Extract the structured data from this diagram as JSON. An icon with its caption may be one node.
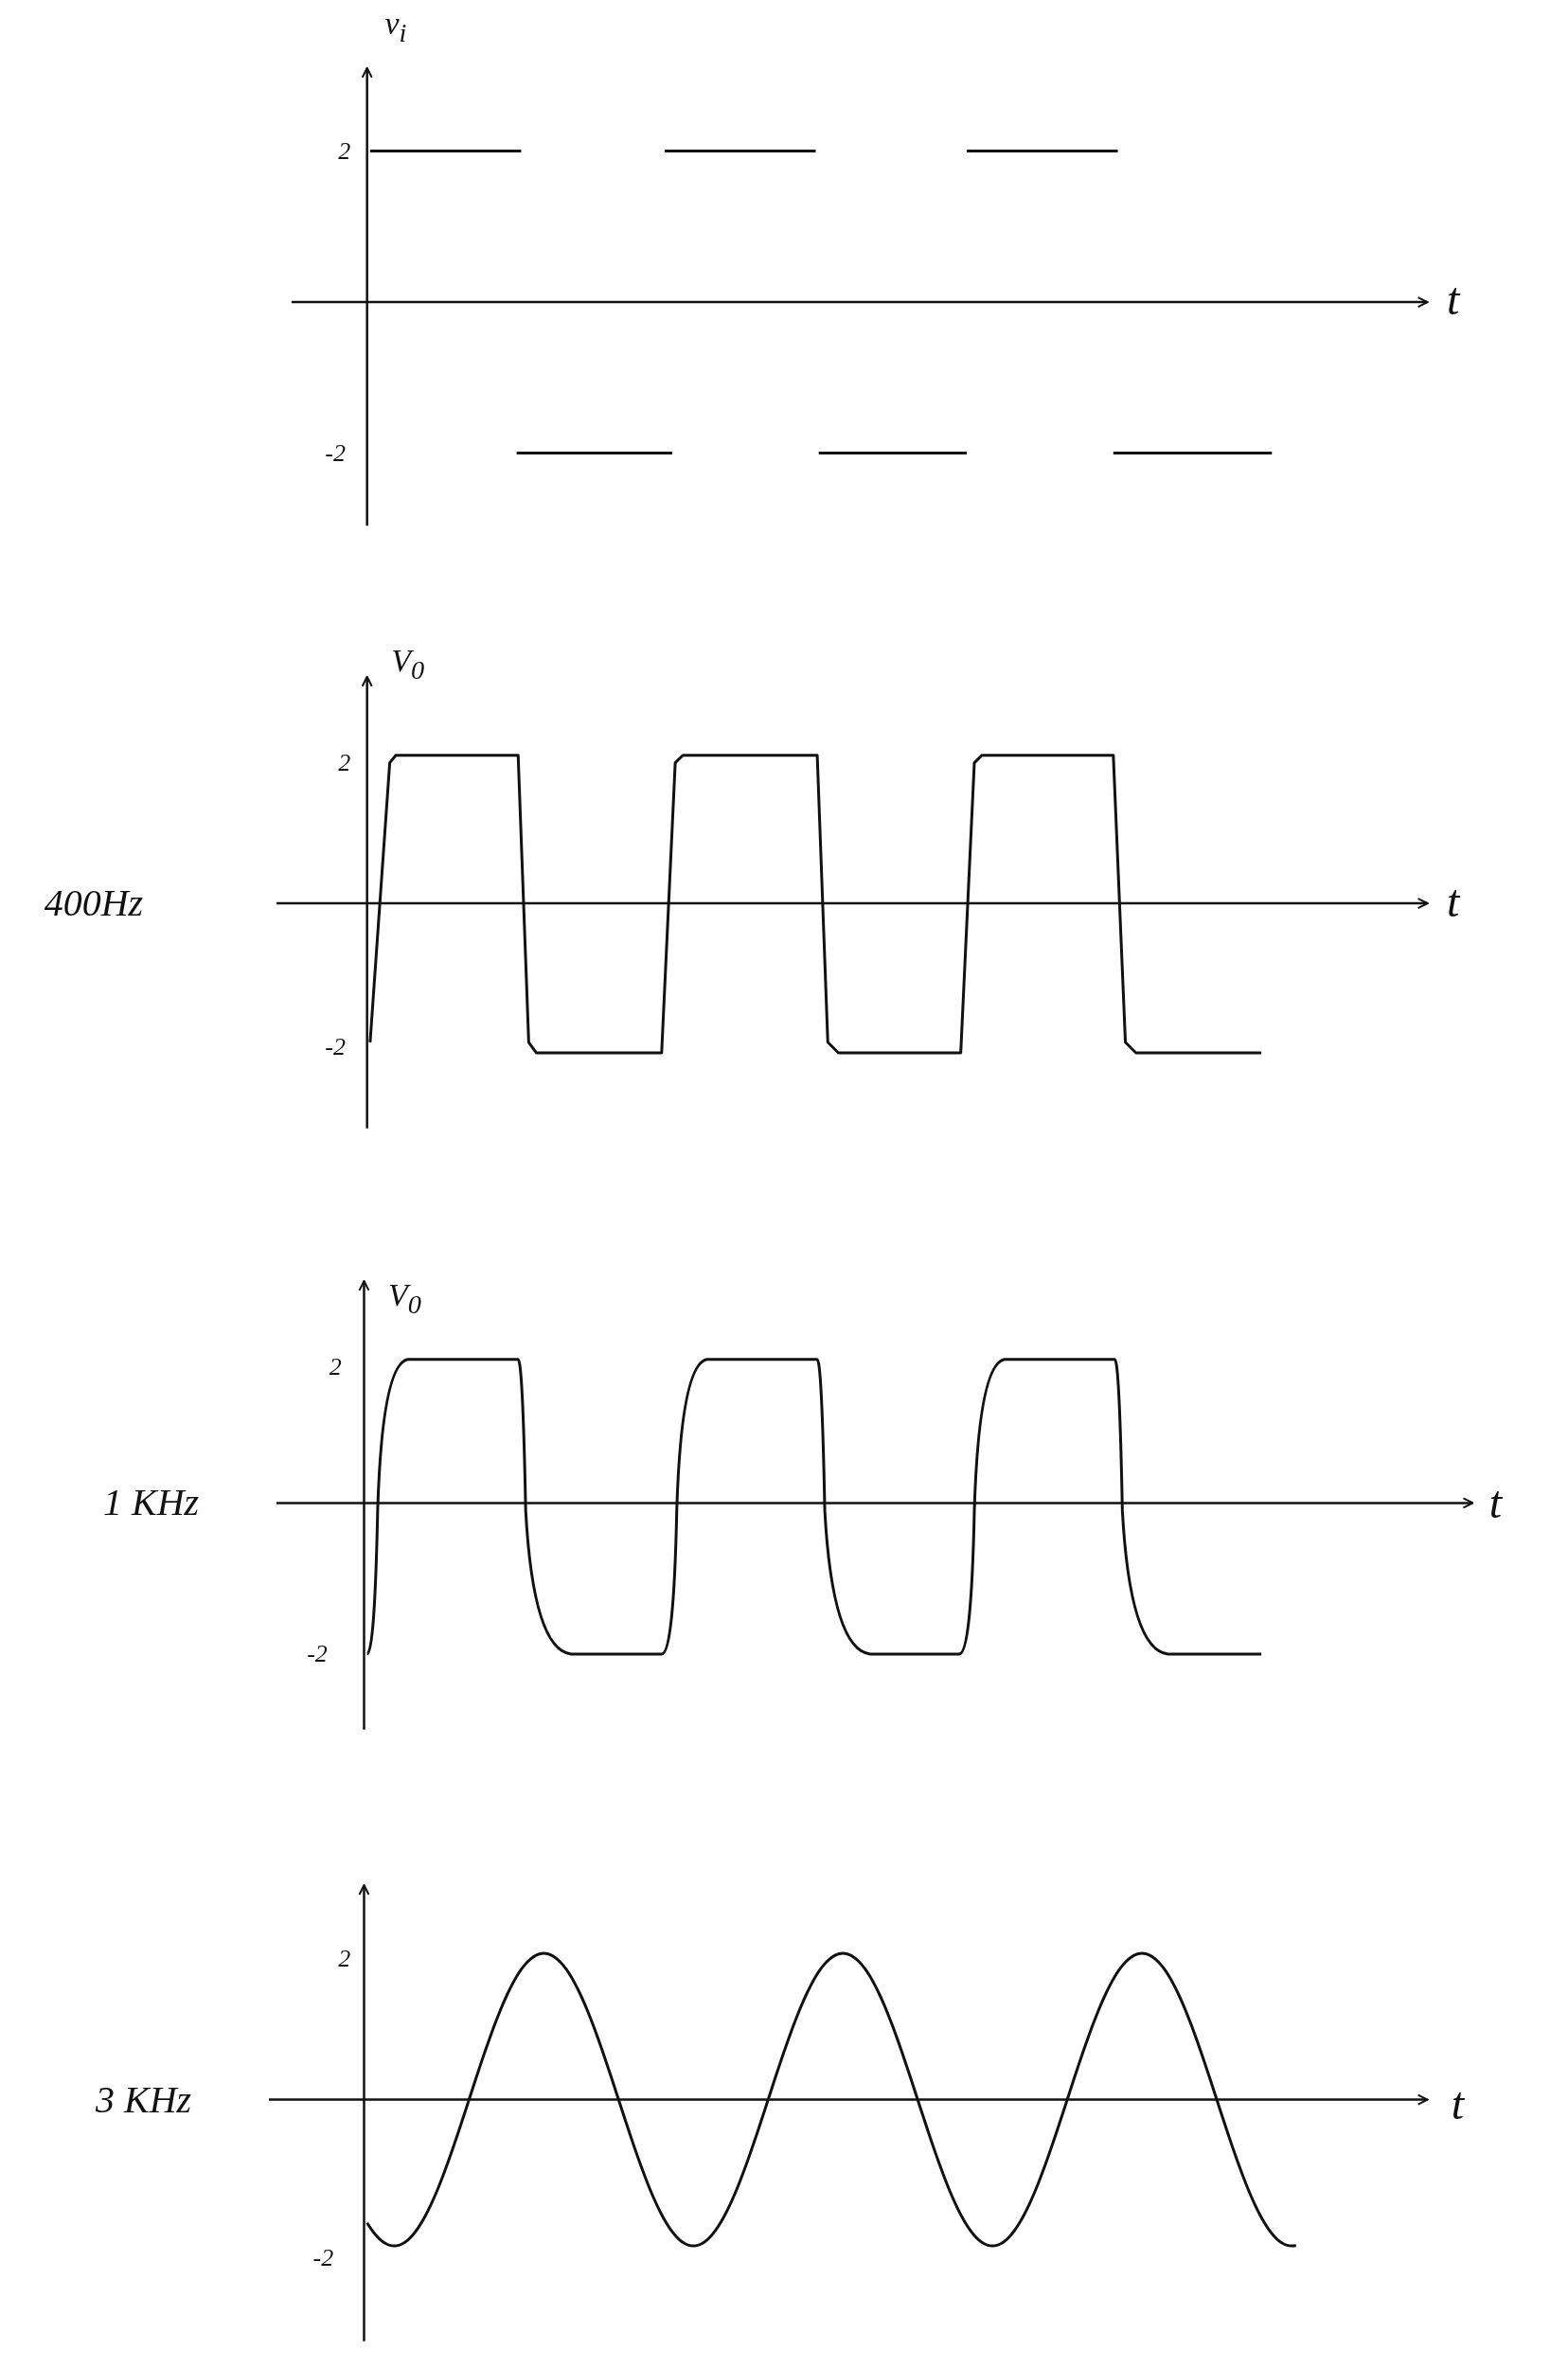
{
  "diagram": {
    "labels": [
      "v$_{i}$",
      "2",
      "t",
      "-2",
      "V$_{0}$",
      "2",
      "400Hz",
      "t",
      "-2",
      "V$_{0}$",
      "2",
      "1 KHz",
      "t",
      "-2",
      "2",
      "3 KHz",
      "t",
      "-2"
    ]
  }
}
